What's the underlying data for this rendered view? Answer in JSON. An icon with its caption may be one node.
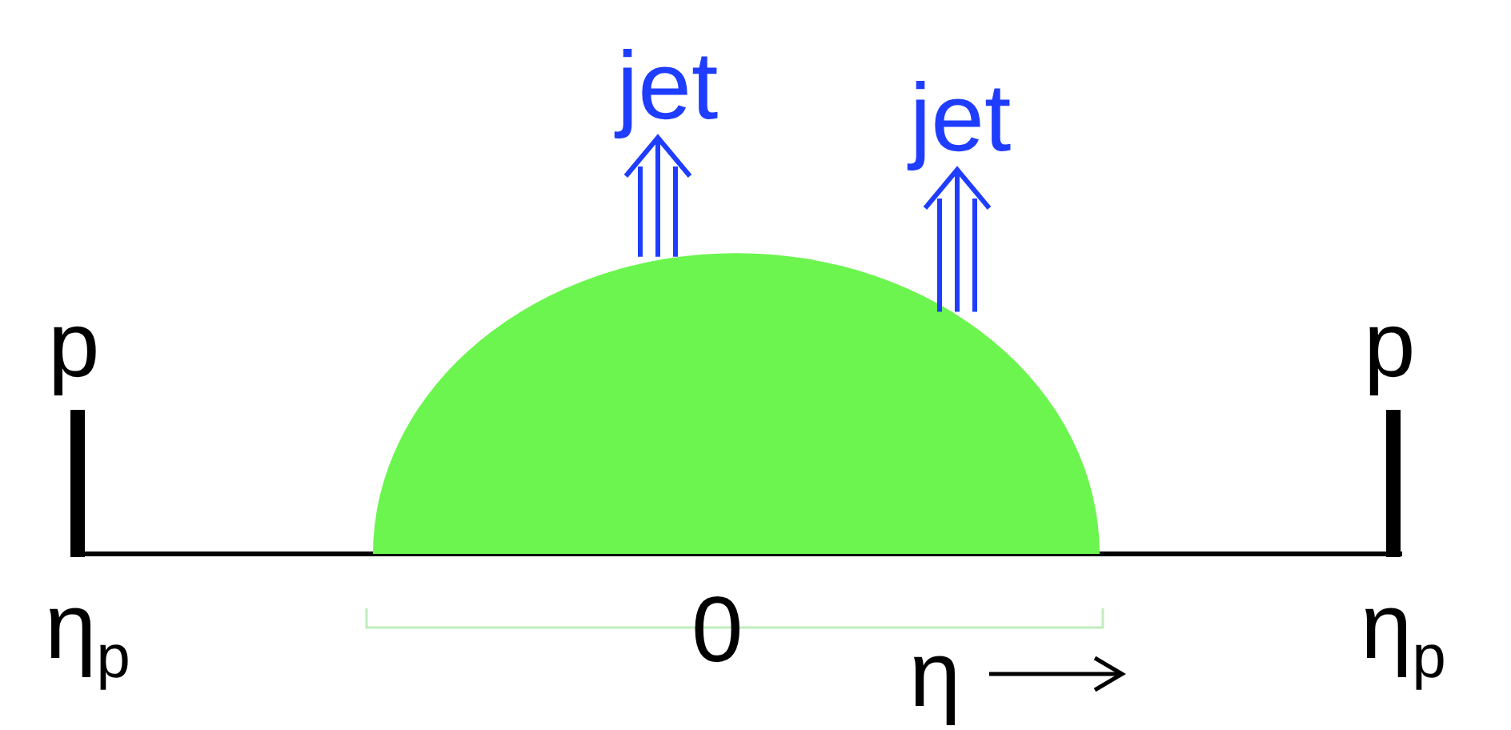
{
  "diagram": {
    "nodes": [
      {
        "text": [
          "jet"
        ]
      },
      {
        "text": [
          "jet"
        ]
      },
      {
        "text": [],
        "shape": "dome"
      }
    ],
    "edges": [
      {
        "from": 2,
        "to": 0,
        "arrow": "to"
      },
      {
        "from": 2,
        "to": 1,
        "arrow": "to"
      }
    ],
    "labels": [
      "p",
      "p",
      "η$_{p}$",
      "0",
      "η",
      "η$_{p}$"
    ]
  }
}
